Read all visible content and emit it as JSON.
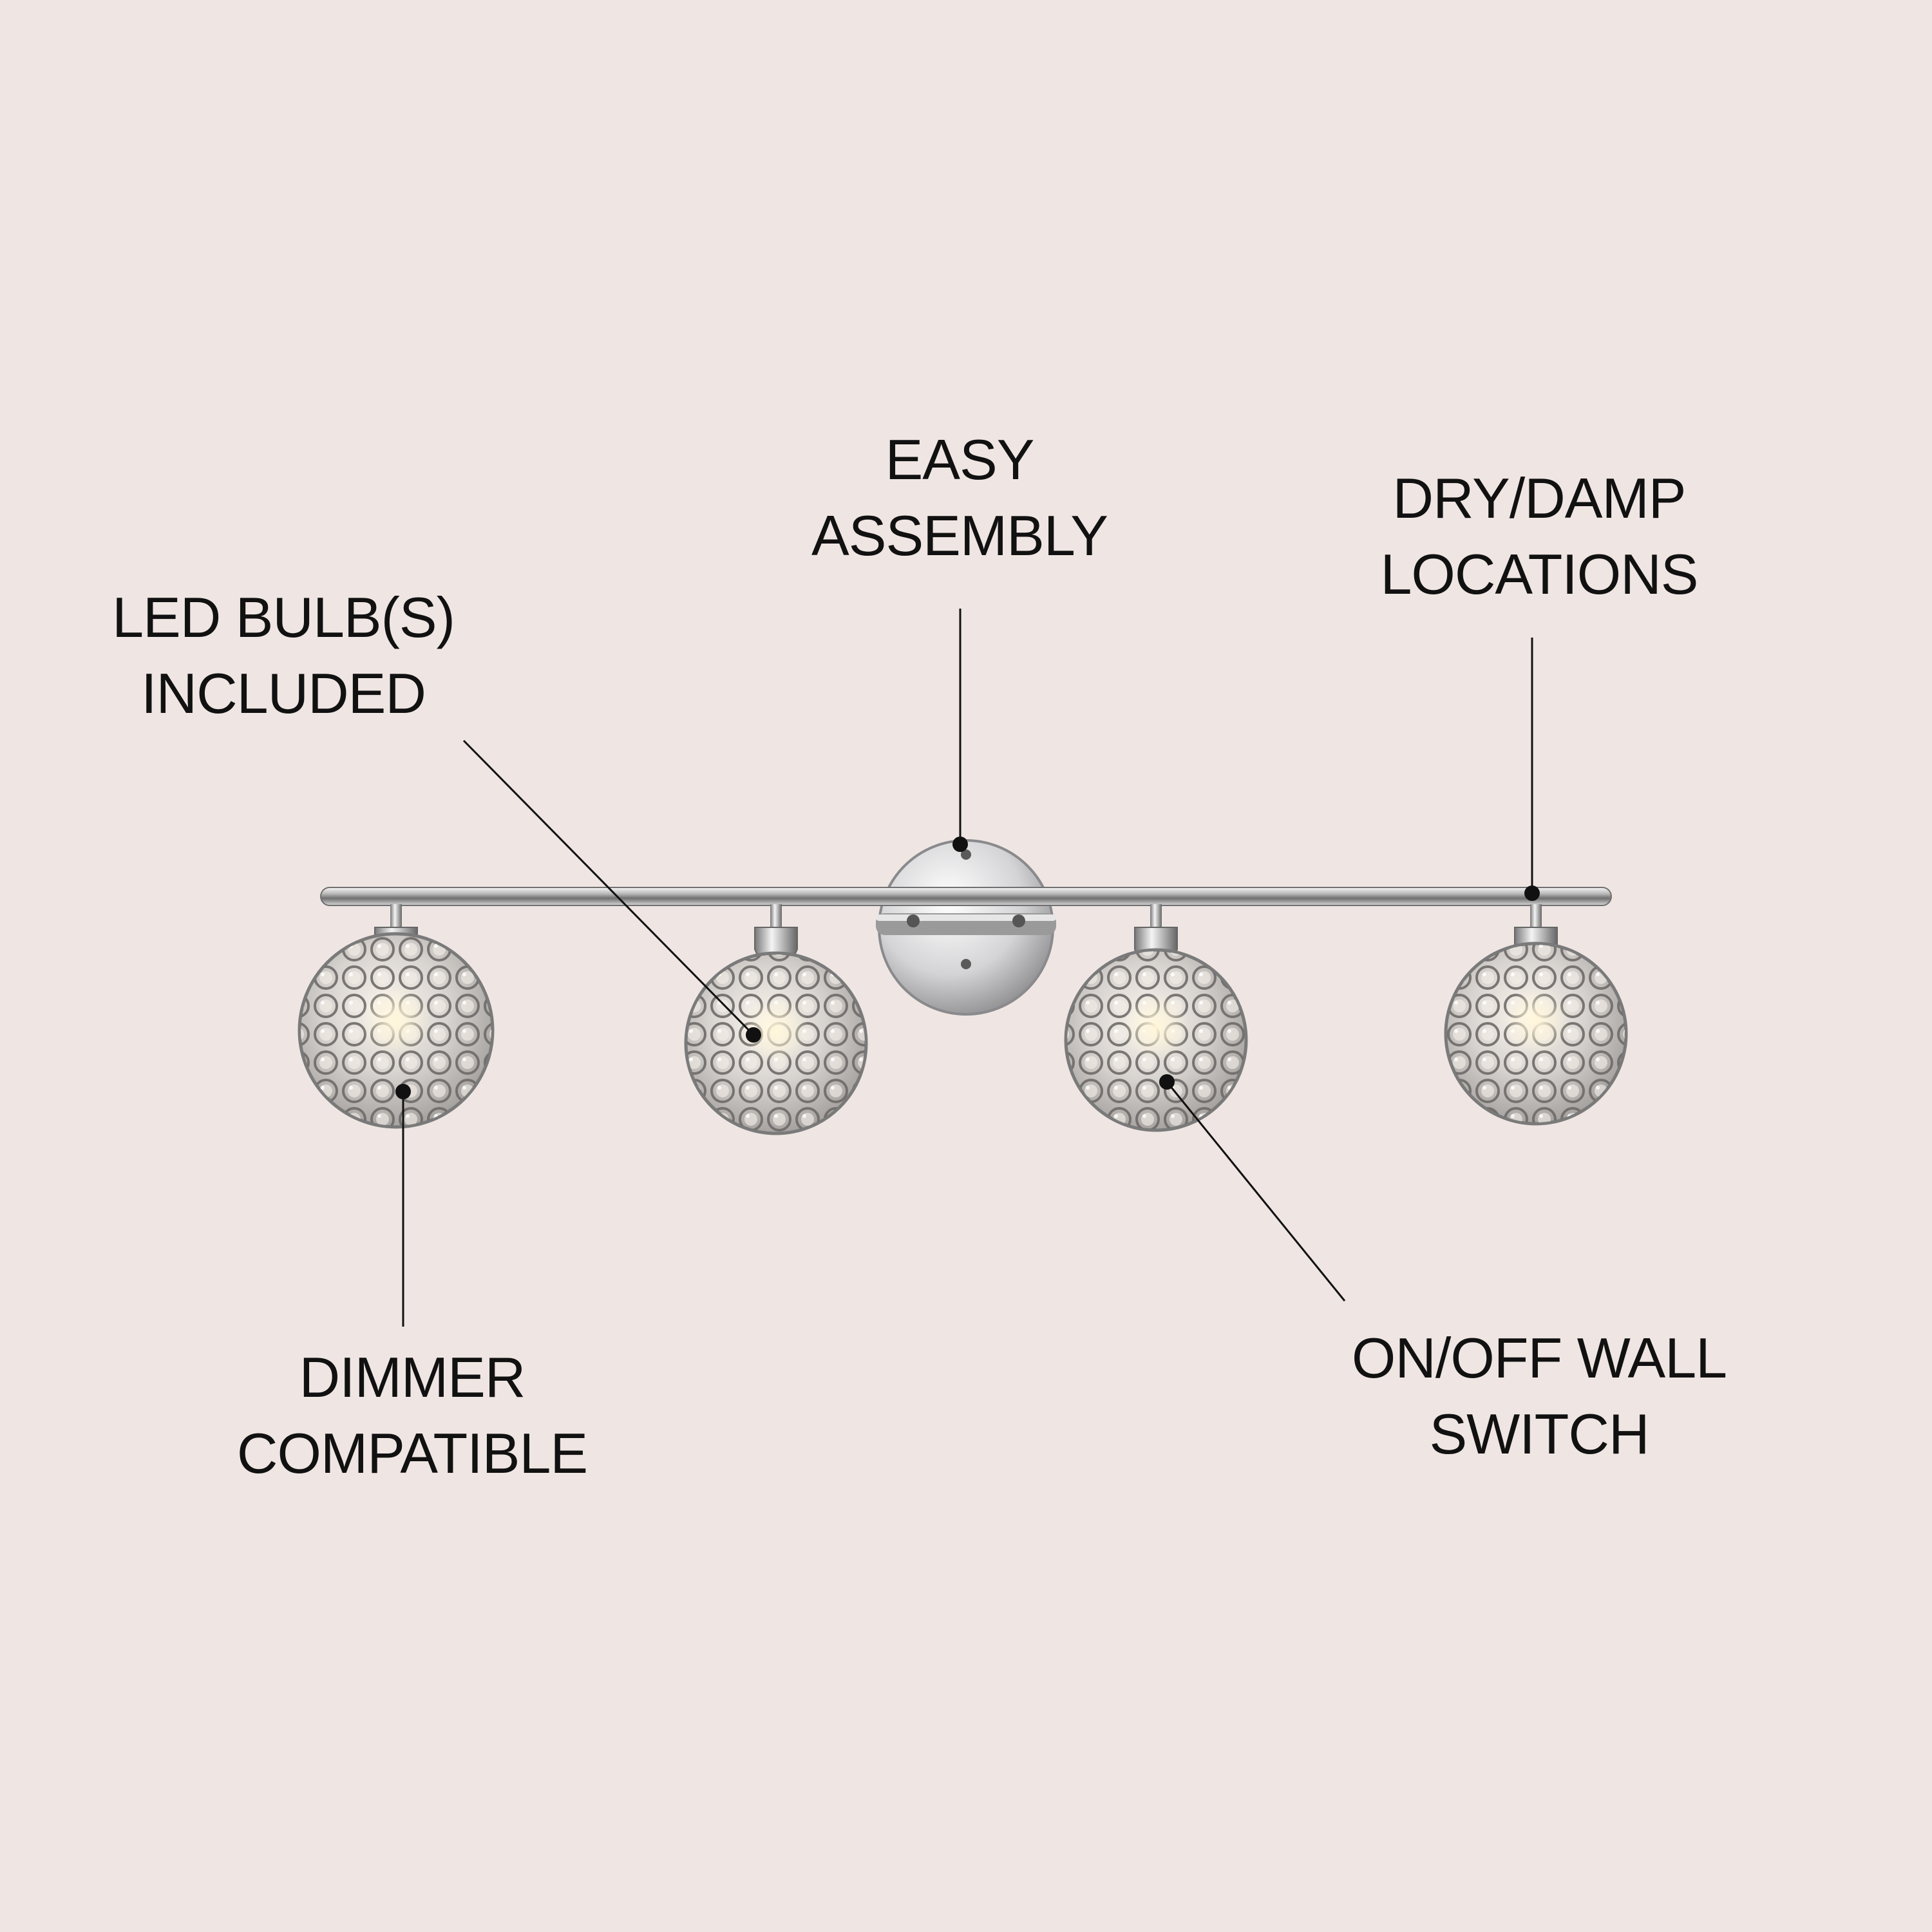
{
  "background_color": "#efe6e3",
  "product": {
    "finish": "chrome",
    "shade_count": 4,
    "shade_style": "crystal-sphere"
  },
  "callouts": {
    "easy_assembly": {
      "line1": "EASY",
      "line2": "ASSEMBLY"
    },
    "dry_damp": {
      "line1": "DRY/DAMP",
      "line2": "LOCATIONS"
    },
    "led_bulbs": {
      "line1": "LED BULB(S)",
      "line2": "INCLUDED"
    },
    "dimmer": {
      "line1": "DIMMER",
      "line2": "COMPATIBLE"
    },
    "on_off": {
      "line1": "ON/OFF WALL",
      "line2": "SWITCH"
    }
  }
}
